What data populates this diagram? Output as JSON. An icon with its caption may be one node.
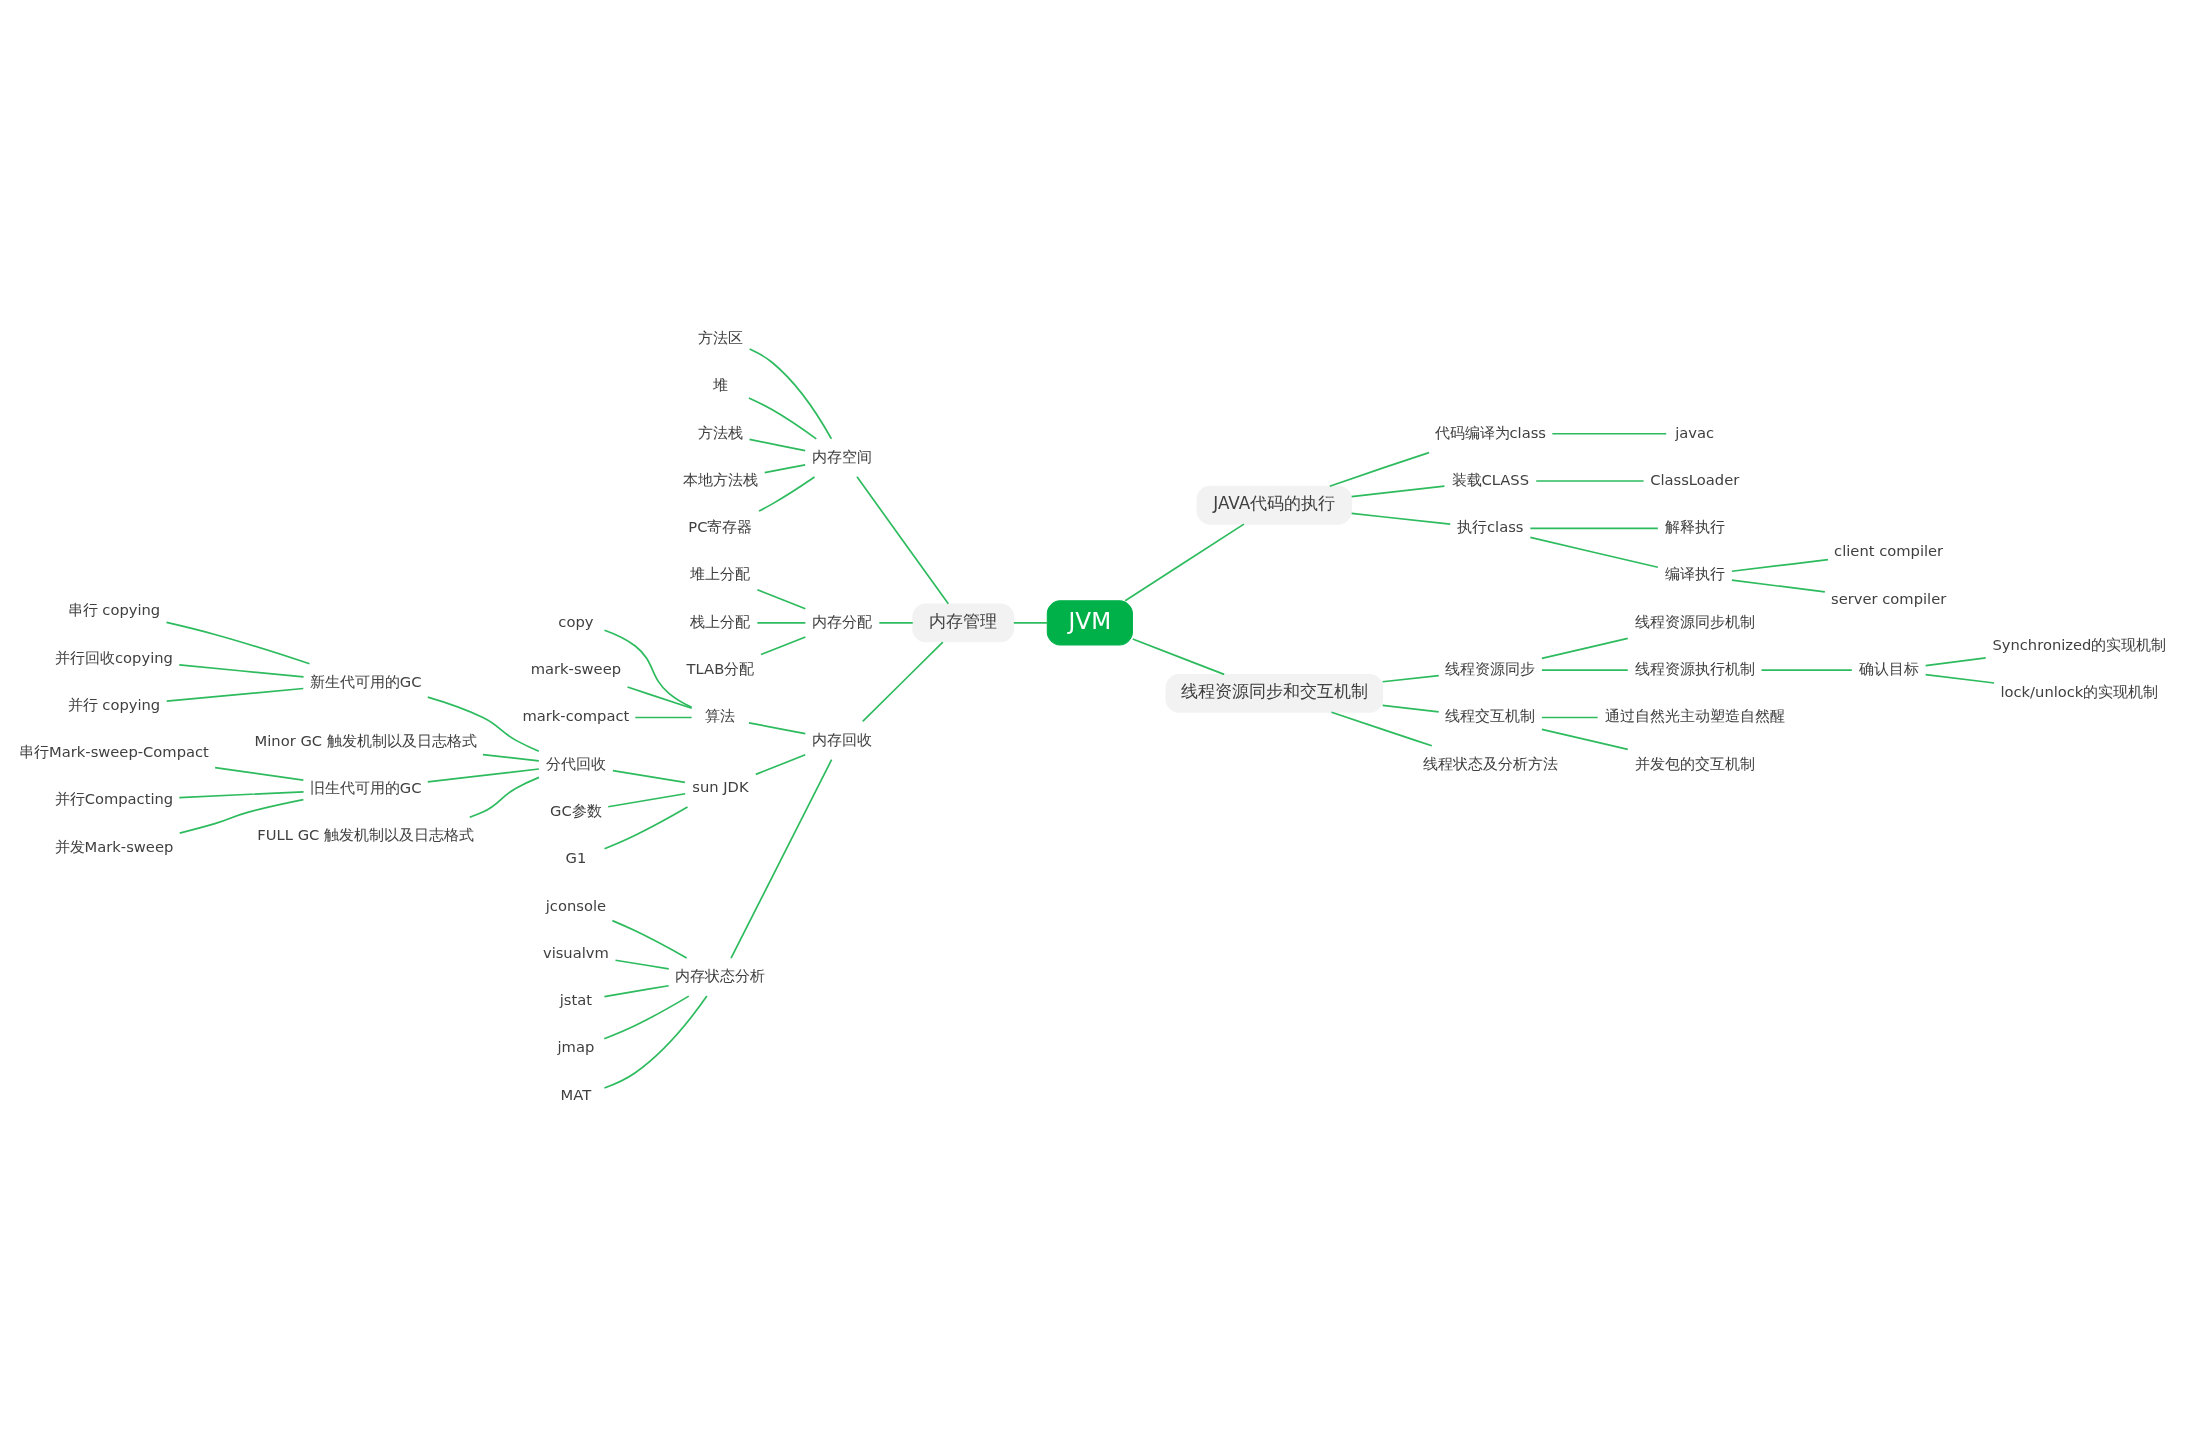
{
  "diagram": {
    "nodes": [
      {
        "text": [
          "JVM"
        ]
      },
      {
        "text": [
          "内存管理"
        ]
      },
      {
        "text": [
          "内存空间"
        ]
      },
      {
        "text": [
          "方法区"
        ]
      },
      {
        "text": [
          "堆"
        ]
      },
      {
        "text": [
          "方法栈"
        ]
      },
      {
        "text": [
          "本地方法栈"
        ]
      },
      {
        "text": [
          "PC寄存器"
        ]
      },
      {
        "text": [
          "内存分配"
        ]
      },
      {
        "text": [
          "堆上分配"
        ]
      },
      {
        "text": [
          "栈上分配"
        ]
      },
      {
        "text": [
          "TLAB分配"
        ]
      },
      {
        "text": [
          "内存回收"
        ]
      },
      {
        "text": [
          "算法"
        ]
      },
      {
        "text": [
          "copy"
        ]
      },
      {
        "text": [
          "mark-sweep"
        ]
      },
      {
        "text": [
          "mark-compact"
        ]
      },
      {
        "text": [
          "sun JDK"
        ]
      },
      {
        "text": [
          "分代回收"
        ]
      },
      {
        "text": [
          "新生代可用的GC"
        ]
      },
      {
        "text": [
          "串行 copying"
        ]
      },
      {
        "text": [
          "并行回收copying"
        ]
      },
      {
        "text": [
          "并行 copying"
        ]
      },
      {
        "text": [
          "Minor GC 触发机制以及日志格式"
        ]
      },
      {
        "text": [
          "旧生代可用的GC"
        ]
      },
      {
        "text": [
          "串行Mark-sweep-Compact"
        ]
      },
      {
        "text": [
          "并行Compacting"
        ]
      },
      {
        "text": [
          "并发Mark-sweep"
        ]
      },
      {
        "text": [
          "FULL GC 触发机制以及日志格式"
        ]
      },
      {
        "text": [
          "GC参数"
        ]
      },
      {
        "text": [
          "G1"
        ]
      },
      {
        "text": [
          "内存状态分析"
        ]
      },
      {
        "text": [
          "jconsole"
        ]
      },
      {
        "text": [
          "visualvm"
        ]
      },
      {
        "text": [
          "jstat"
        ]
      },
      {
        "text": [
          "jmap"
        ]
      },
      {
        "text": [
          "MAT"
        ]
      },
      {
        "text": [
          "JAVA代码的执行"
        ]
      },
      {
        "text": [
          "代码编译为class"
        ]
      },
      {
        "text": [
          "javac"
        ]
      },
      {
        "text": [
          "装载CLASS"
        ]
      },
      {
        "text": [
          "ClassLoader"
        ]
      },
      {
        "text": [
          "执行class"
        ]
      },
      {
        "text": [
          "解释执行"
        ]
      },
      {
        "text": [
          "编译执行"
        ]
      },
      {
        "text": [
          "client compiler"
        ]
      },
      {
        "text": [
          "server compiler"
        ]
      },
      {
        "text": [
          "线程资源同步和交互机制"
        ]
      },
      {
        "text": [
          "线程资源同步"
        ]
      },
      {
        "text": [
          "线程资源同步机制"
        ]
      },
      {
        "text": [
          "线程资源执行机制"
        ]
      },
      {
        "text": [
          "确认目标"
        ]
      },
      {
        "text": [
          "Synchronized的实现机制"
        ]
      },
      {
        "text": [
          "lock/unlock的实现机制"
        ]
      },
      {
        "text": [
          "线程交互机制"
        ]
      },
      {
        "text": [
          "通过自然光主动塑造自然醒"
        ]
      },
      {
        "text": [
          "并发包的交互机制"
        ]
      },
      {
        "text": [
          "线程状态及分析方法"
        ]
      }
    ],
    "edges": [
      {
        "from": 1,
        "to": 0,
        "arrow": "none"
      },
      {
        "from": 2,
        "to": 1,
        "arrow": "none"
      },
      {
        "from": 3,
        "to": 2,
        "arrow": "none"
      },
      {
        "from": 4,
        "to": 2,
        "arrow": "none"
      },
      {
        "from": 5,
        "to": 2,
        "arrow": "none"
      },
      {
        "from": 6,
        "to": 2,
        "arrow": "none"
      },
      {
        "from": 7,
        "to": 2,
        "arrow": "none"
      },
      {
        "from": 8,
        "to": 1,
        "arrow": "none"
      },
      {
        "from": 9,
        "to": 8,
        "arrow": "none"
      },
      {
        "from": 10,
        "to": 8,
        "arrow": "none"
      },
      {
        "from": 11,
        "to": 8,
        "arrow": "none"
      },
      {
        "from": 12,
        "to": 1,
        "arrow": "none"
      },
      {
        "from": 13,
        "to": 12,
        "arrow": "none"
      },
      {
        "from": 14,
        "to": 13,
        "arrow": "none"
      },
      {
        "from": 15,
        "to": 13,
        "arrow": "none"
      },
      {
        "from": 16,
        "to": 13,
        "arrow": "none"
      },
      {
        "from": 17,
        "to": 12,
        "arrow": "none"
      },
      {
        "from": 18,
        "to": 17,
        "arrow": "none"
      },
      {
        "from": 19,
        "to": 18,
        "arrow": "none"
      },
      {
        "from": 20,
        "to": 19,
        "arrow": "none"
      },
      {
        "from": 21,
        "to": 19,
        "arrow": "none"
      },
      {
        "from": 22,
        "to": 19,
        "arrow": "none"
      },
      {
        "from": 23,
        "to": 18,
        "arrow": "none"
      },
      {
        "from": 24,
        "to": 18,
        "arrow": "none"
      },
      {
        "from": 25,
        "to": 24,
        "arrow": "none"
      },
      {
        "from": 26,
        "to": 24,
        "arrow": "none"
      },
      {
        "from": 27,
        "to": 24,
        "arrow": "none"
      },
      {
        "from": 28,
        "to": 18,
        "arrow": "none"
      },
      {
        "from": 29,
        "to": 17,
        "arrow": "none"
      },
      {
        "from": 30,
        "to": 17,
        "arrow": "none"
      },
      {
        "from": 31,
        "to": 12,
        "arrow": "none"
      },
      {
        "from": 32,
        "to": 31,
        "arrow": "none"
      },
      {
        "from": 33,
        "to": 31,
        "arrow": "none"
      },
      {
        "from": 34,
        "to": 31,
        "arrow": "none"
      },
      {
        "from": 35,
        "to": 31,
        "arrow": "none"
      },
      {
        "from": 36,
        "to": 31,
        "arrow": "none"
      },
      {
        "from": 0,
        "to": 37,
        "arrow": "none"
      },
      {
        "from": 37,
        "to": 38,
        "arrow": "none"
      },
      {
        "from": 38,
        "to": 39,
        "arrow": "none"
      },
      {
        "from": 37,
        "to": 40,
        "arrow": "none"
      },
      {
        "from": 40,
        "to": 41,
        "arrow": "none"
      },
      {
        "from": 37,
        "to": 42,
        "arrow": "none"
      },
      {
        "from": 42,
        "to": 43,
        "arrow": "none"
      },
      {
        "from": 42,
        "to": 44,
        "arrow": "none"
      },
      {
        "from": 44,
        "to": 45,
        "arrow": "none"
      },
      {
        "from": 44,
        "to": 46,
        "arrow": "none"
      },
      {
        "from": 0,
        "to": 47,
        "arrow": "none"
      },
      {
        "from": 47,
        "to": 48,
        "arrow": "none"
      },
      {
        "from": 48,
        "to": 49,
        "arrow": "none"
      },
      {
        "from": 48,
        "to": 50,
        "arrow": "none"
      },
      {
        "from": 50,
        "to": 51,
        "arrow": "none"
      },
      {
        "from": 51,
        "to": 52,
        "arrow": "none"
      },
      {
        "from": 51,
        "to": 53,
        "arrow": "none"
      },
      {
        "from": 47,
        "to": 54,
        "arrow": "none"
      },
      {
        "from": 54,
        "to": 55,
        "arrow": "none"
      },
      {
        "from": 54,
        "to": 56,
        "arrow": "none"
      },
      {
        "from": 47,
        "to": 57,
        "arrow": "none"
      }
    ]
  }
}
